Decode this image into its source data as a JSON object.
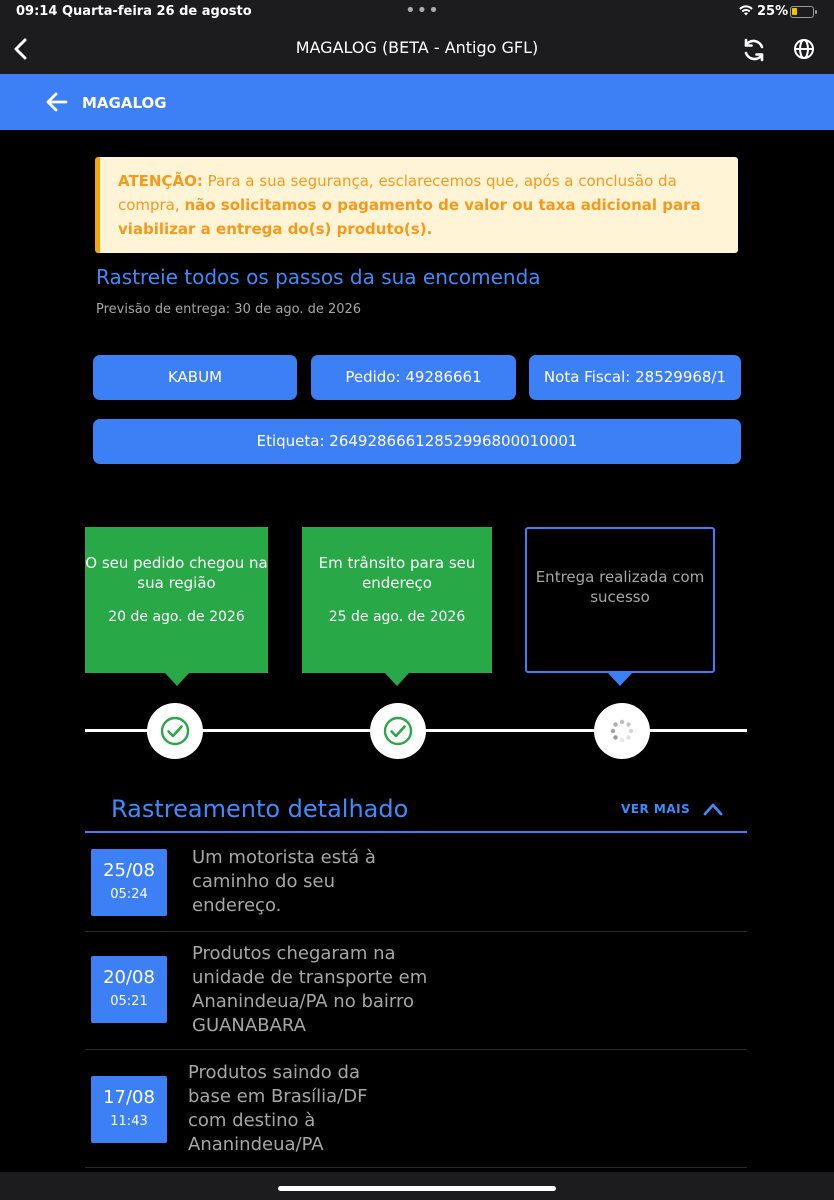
{
  "status": {
    "time": "09:14",
    "date": "Quarta-feira 26 de agosto",
    "battery_pct": "25%",
    "battery_level": 0.25
  },
  "navbar": {
    "title": "MAGALOG (BETA - Antigo GFL)",
    "back_icon": "chevron-left-icon",
    "reload_icon": "reload-icon",
    "globe_icon": "globe-icon"
  },
  "appbar": {
    "label": "MAGALOG"
  },
  "notice": {
    "prefix": "ATENÇÃO:",
    "text": " Para a sua segurança, esclarecemos que, após a conclusão da compra, ",
    "emphasis": "não solicitamos o pagamento de valor ou taxa adicional para viabilizar a entrega do(s) produto(s)."
  },
  "tracking": {
    "title": "Rastreie todos os passos da sua encomenda",
    "forecast": "Previsão de entrega: 30 de ago. de 2026"
  },
  "info": {
    "store": "KABUM",
    "order": "Pedido: 49286661",
    "invoice": "Nota Fiscal: 28529968/1",
    "label": "Etiqueta: 26492866612852996800010001"
  },
  "steps": [
    {
      "text": "O seu pedido chegou na sua região",
      "date": "20 de ago. de 2026",
      "status": "done"
    },
    {
      "text": "Em trânsito para seu endereço",
      "date": "25 de ago. de 2026",
      "status": "done"
    },
    {
      "text": "Entrega realizada com sucesso",
      "date": "",
      "status": "pending"
    }
  ],
  "detail": {
    "title": "Rastreamento detalhado",
    "see_more": "VER MAIS",
    "events": [
      {
        "date": "25/08",
        "time": "05:24",
        "text": "Um motorista está à caminho do seu endereço."
      },
      {
        "date": "20/08",
        "time": "05:21",
        "text": "Produtos chegaram na unidade de transporte em Ananindeua/PA no bairro GUANABARA"
      },
      {
        "date": "17/08",
        "time": "11:43",
        "text": "Produtos saindo da base em Brasília/DF com destino à Ananindeua/PA"
      }
    ]
  },
  "colors": {
    "accent": "#3d7ff5",
    "success": "#29a847",
    "warning": "#f59a1d",
    "notice_bg": "#fff4d6"
  }
}
